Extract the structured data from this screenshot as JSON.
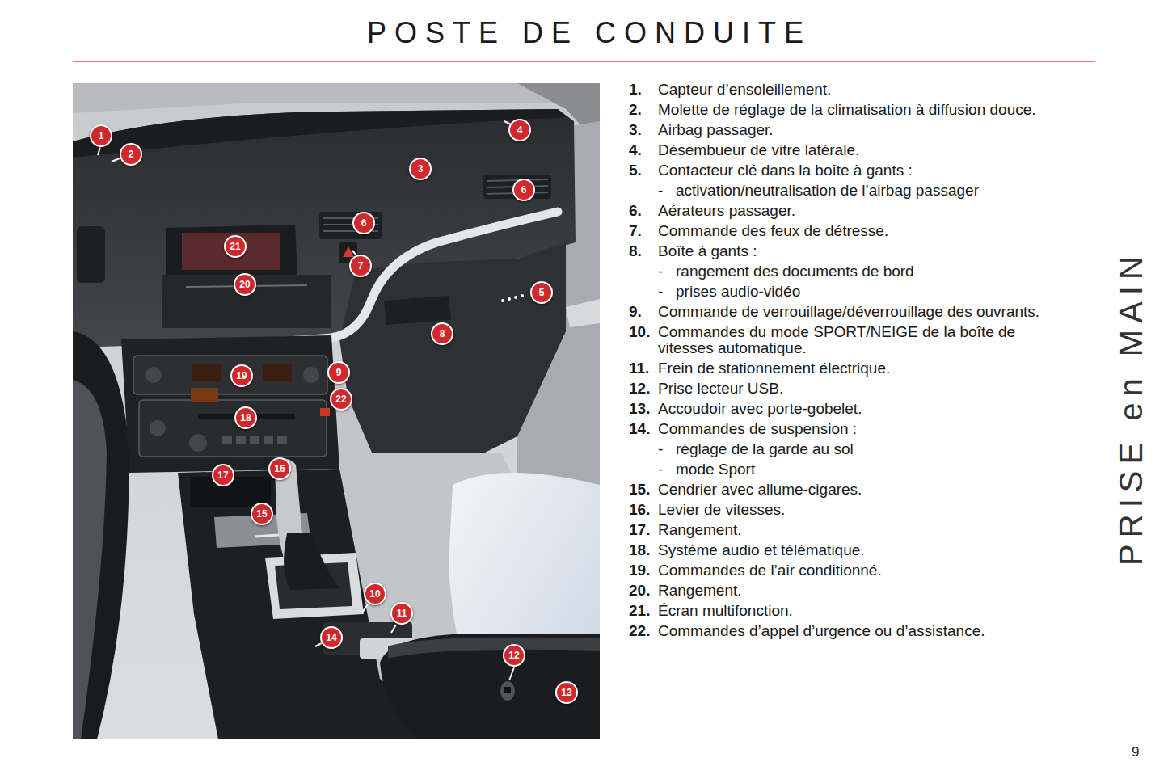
{
  "diagram": {
    "title": "POSTE DE CONDUITE",
    "nodes": [
      {
        "text": [
          "1"
        ]
      },
      {
        "text": [
          "4"
        ]
      },
      {
        "text": [
          "2"
        ]
      },
      {
        "text": [
          "3"
        ]
      },
      {
        "text": [
          "6"
        ]
      },
      {
        "text": [
          "6"
        ]
      },
      {
        "text": [
          "21"
        ]
      },
      {
        "text": [
          "7"
        ]
      },
      {
        "text": [
          "20"
        ]
      },
      {
        "text": [
          "5"
        ]
      },
      {
        "text": [
          "8"
        ]
      },
      {
        "text": [
          "9"
        ]
      },
      {
        "text": [
          "19"
        ]
      },
      {
        "text": [
          "22"
        ]
      },
      {
        "text": [
          "18"
        ]
      },
      {
        "text": [
          "16"
        ]
      },
      {
        "text": [
          "17"
        ]
      },
      {
        "text": [
          "15"
        ]
      },
      {
        "text": [
          "10"
        ]
      },
      {
        "text": [
          "11"
        ]
      },
      {
        "text": [
          "14"
        ]
      },
      {
        "text": [
          "12"
        ]
      },
      {
        "text": [
          "13"
        ]
      }
    ],
    "labels": [
      "1.",
      "Capteur d’ensoleillement.",
      "2.",
      "Molette de réglage de la climatisation à diffusion douce.",
      "3.",
      "Airbag passager.",
      "4.",
      "Désembueur de vitre latérale.",
      "5.",
      "Contacteur clé dans la boîte à gants :",
      "-",
      "activation/neutralisation de l’airbag passager",
      "6.",
      "Aérateurs passager.",
      "7.",
      "Commande des feux de détresse.",
      "8.",
      "Boîte à gants :",
      "-",
      "rangement des documents de bord",
      "-",
      "prises audio-vidéo",
      "9.",
      "Commande de verrouillage/déverrouillage des ouvrants.",
      "10.",
      "Commandes du mode SPORT/NEIGE de la boîte de vitesses automatique.",
      "11.",
      "Frein de stationnement électrique.",
      "12.",
      "Prise lecteur USB.",
      "13.",
      "Accoudoir avec porte-gobelet.",
      "14.",
      "Commandes de suspension :",
      "-",
      "réglage de la garde au sol",
      "-",
      "mode Sport",
      "15.",
      "Cendrier avec allume-cigares.",
      "16.",
      "Levier de vitesses.",
      "17.",
      "Rangement.",
      "18.",
      "Système audio et télématique.",
      "19.",
      "Commandes de l’air conditionné.",
      "20.",
      "Rangement.",
      "21.",
      "Écran multifonction.",
      "22.",
      "Commandes d’appel d’urgence ou d’assistance.",
      "PRISE en MAIN",
      "9"
    ]
  }
}
